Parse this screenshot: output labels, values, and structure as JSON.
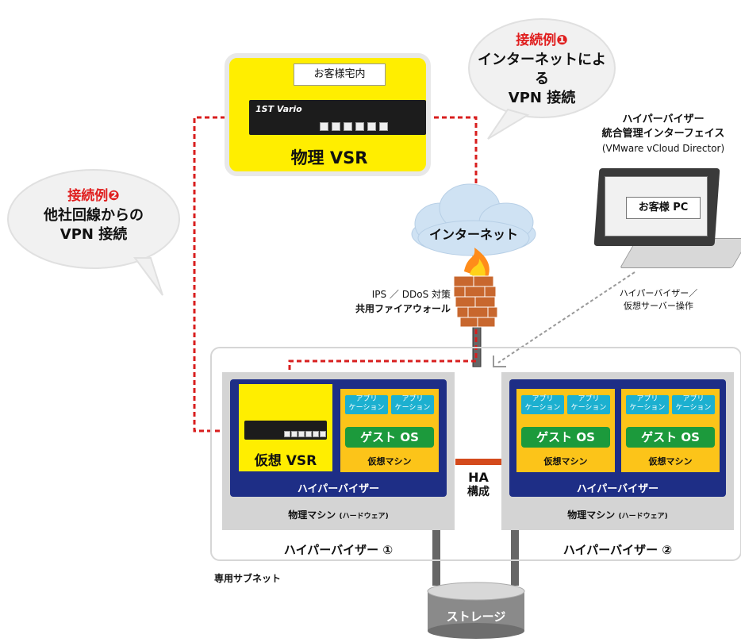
{
  "physical_vsr": {
    "location_label": "お客様宅内",
    "title": "物理 VSR",
    "device_brand": "1ST Vario"
  },
  "example1": {
    "title": "接続例❶",
    "line1": "インターネットによる",
    "line2": "VPN 接続"
  },
  "example2": {
    "title": "接続例❷",
    "line1": "他社回線からの",
    "line2": "VPN 接続"
  },
  "cloud_label": "インターネット",
  "firewall": {
    "line1": "IPS ／ DDoS 対策",
    "line2": "共用ファイアウォール"
  },
  "management": {
    "line1": "ハイパーバイザー",
    "line2": "統合管理インターフェイス",
    "line3": "(VMware vCloud Director)",
    "pc_label": "お客様 PC"
  },
  "operation": {
    "line1": "ハイパーバイザー／",
    "line2": "仮想サーバー操作"
  },
  "server": {
    "virtual_vsr": "仮想 VSR",
    "app_line1": "アプリ",
    "app_line2": "ケーション",
    "guest_os": "ゲスト OS",
    "vm_label": "仮想マシン",
    "hypervisor_label": "ハイパーバイザー",
    "physical_machine": "物理マシン",
    "hardware_note": "(ハードウェア)",
    "hv1_name": "ハイパーバイザー ①",
    "hv2_name": "ハイパーバイザー ②",
    "ha_line1": "HA",
    "ha_line2": "構成",
    "subnet_label": "専用サブネット",
    "storage_label": "ストレージ"
  },
  "colors": {
    "vsr_yellow": "#ffee00",
    "hypervisor_blue": "#1e2e86",
    "vm_orange": "#fcc419",
    "app_cyan": "#1cb0d0",
    "guest_green": "#1c9a3c",
    "accent_red": "#e01f1f",
    "vpn_line_red": "#d81e1e"
  }
}
